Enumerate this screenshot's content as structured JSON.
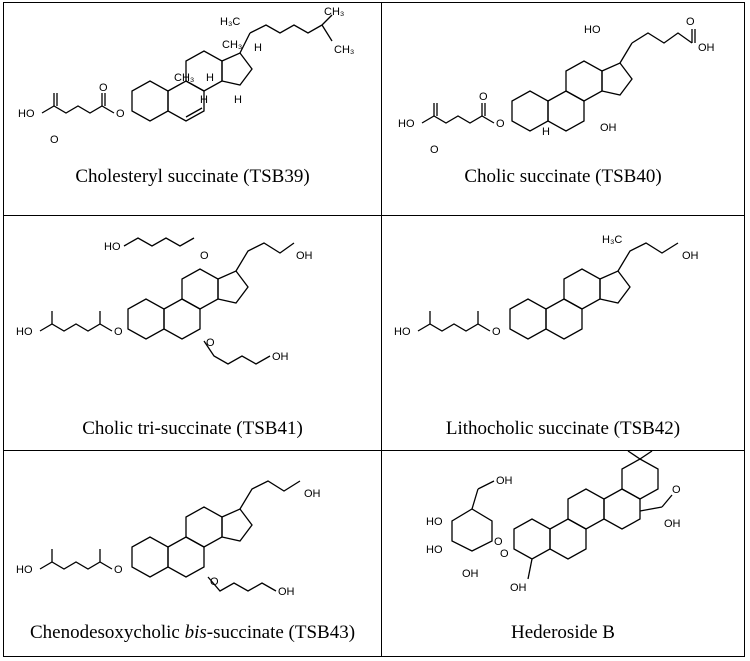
{
  "cells": [
    {
      "caption": "Cholesteryl succinate (TSB39)"
    },
    {
      "caption": "Cholic succinate (TSB40)"
    },
    {
      "caption": "Cholic tri-succinate (TSB41)"
    },
    {
      "caption": "Lithocholic succinate (TSB42)"
    },
    {
      "caption_pre": "Chenodesoxycholic ",
      "caption_em": "bis",
      "caption_post": "-succinate (TSB43)"
    },
    {
      "caption": "Hederoside B"
    }
  ],
  "atom_labels": {
    "HO": "HO",
    "OH": "OH",
    "O": "O",
    "H": "H",
    "CH3": "CH₃",
    "H3C": "H₃C"
  }
}
